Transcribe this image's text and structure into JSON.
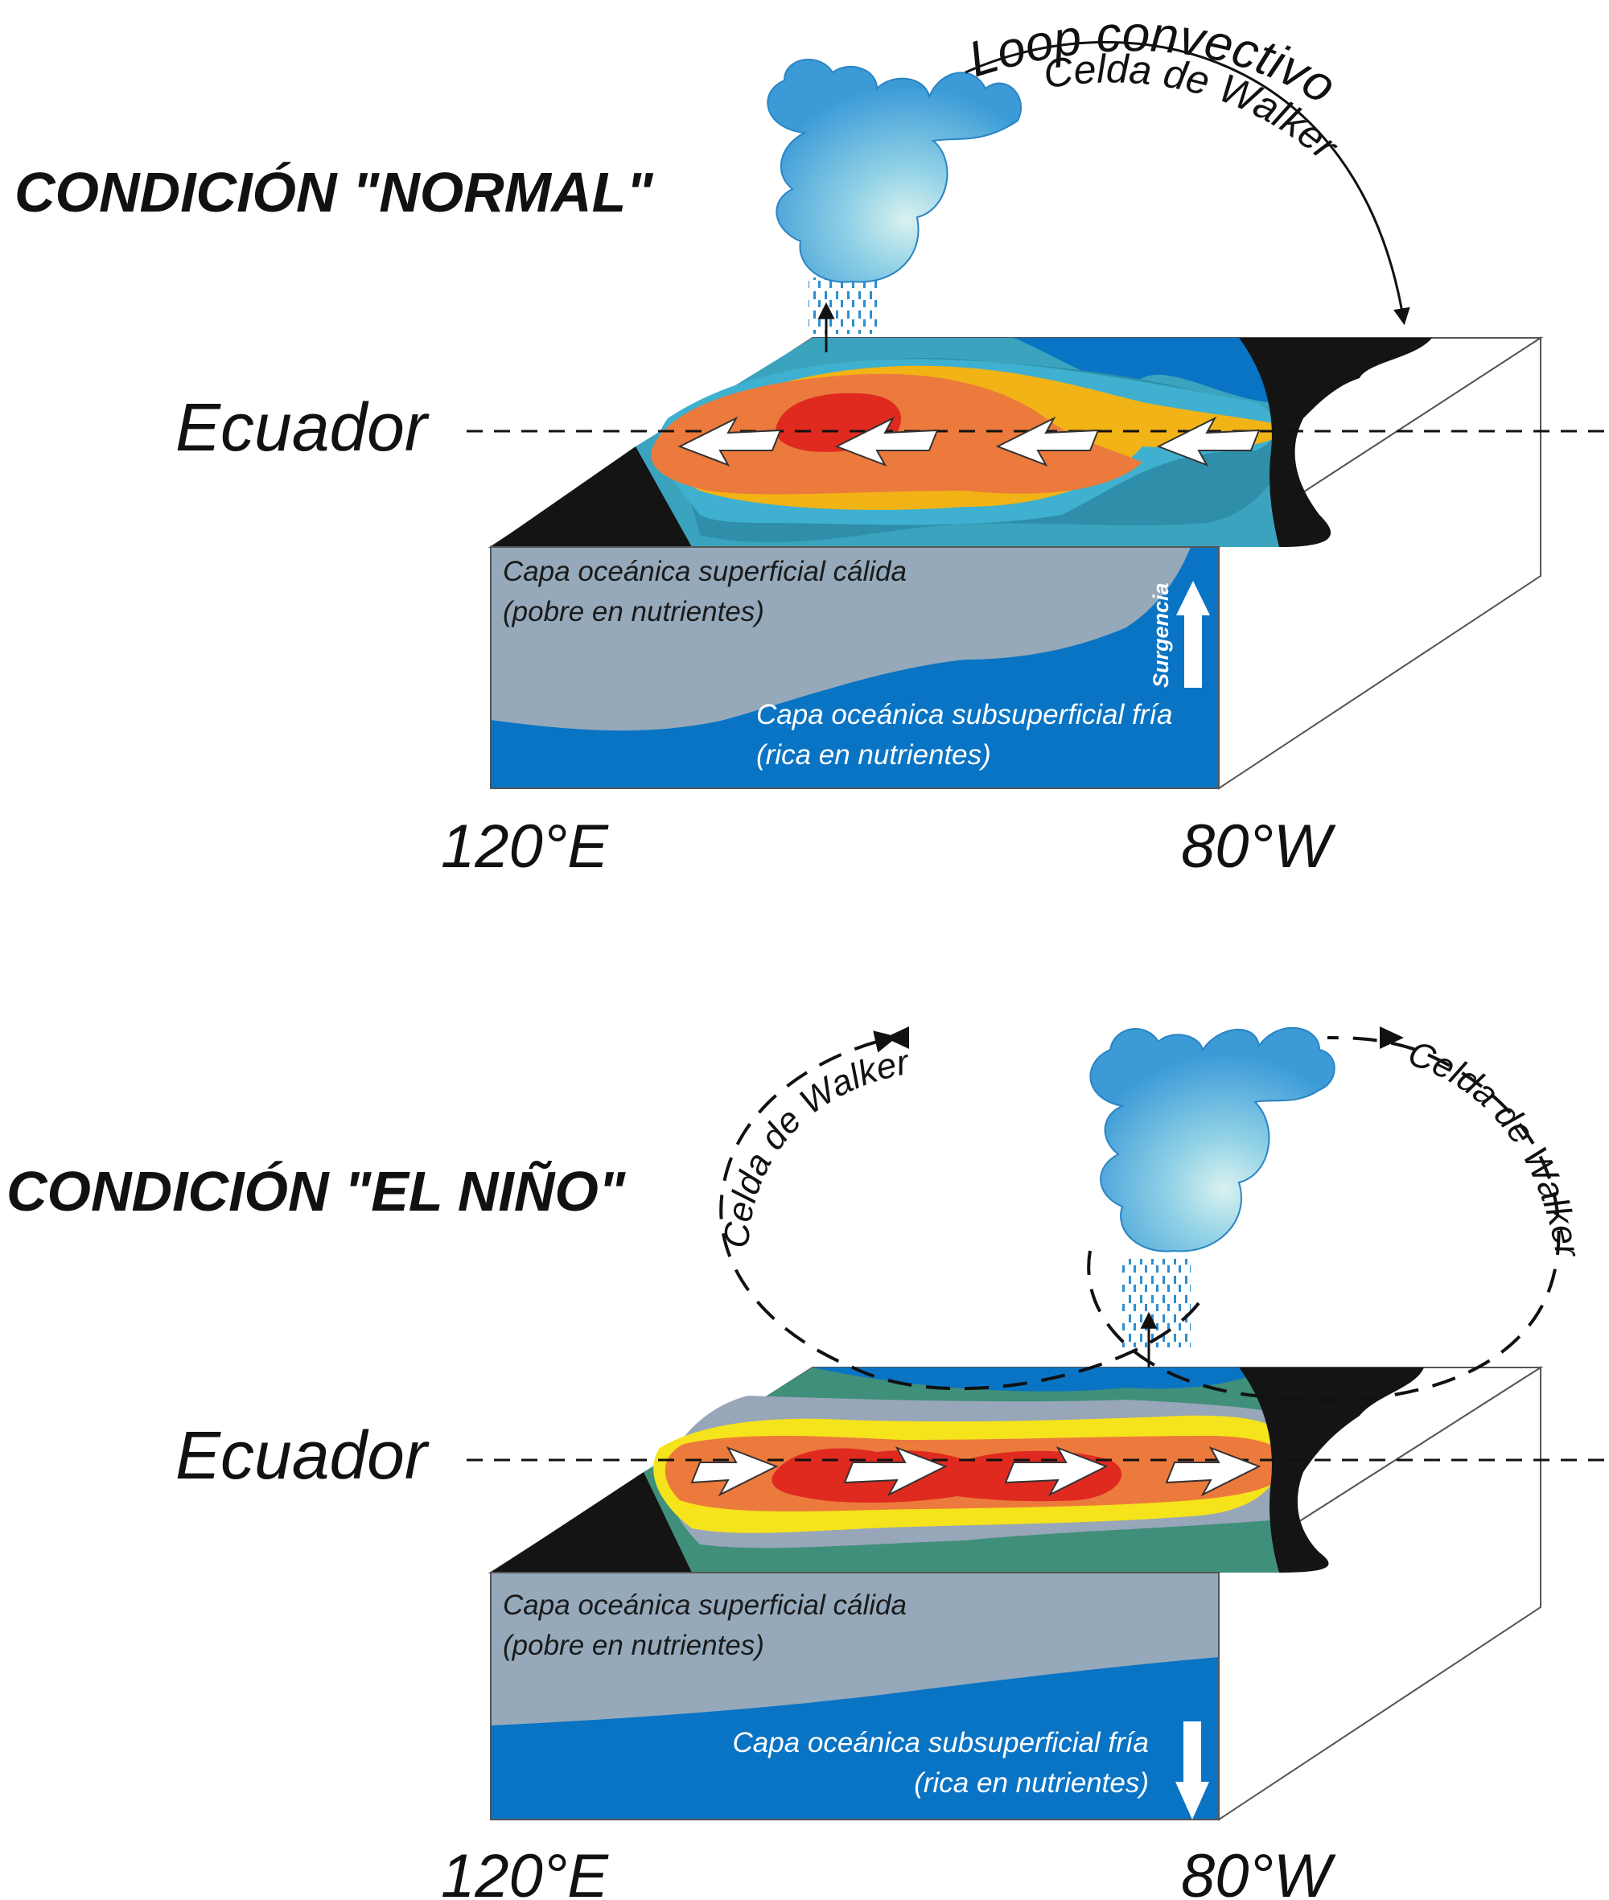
{
  "normal": {
    "title": "CONDICIÓN \"NORMAL\"",
    "loop_label": "Loop convectivo",
    "cell_label": "Celda de Walker",
    "equator_label": "Ecuador",
    "warm_layer_line1": "Capa oceánica superficial cálida",
    "warm_layer_line2": "(pobre en nutrientes)",
    "cold_layer_line1": "Capa oceánica subsuperficial fría",
    "cold_layer_line2": "(rica en nutrientes)",
    "upwelling_label": "Surgencia",
    "lon_west": "120°E",
    "lon_east": "80°W"
  },
  "nino": {
    "title": "CONDICIÓN \"EL NIÑO\"",
    "cell_left_label": "Celda de Walker",
    "cell_right_label": "Celda de Walker",
    "equator_label": "Ecuador",
    "warm_layer_line1": "Capa oceánica superficial cálida",
    "warm_layer_line2": "(pobre en nutrientes)",
    "cold_layer_line1": "Capa oceánica subsuperficial fría",
    "cold_layer_line2": "(rica en nutrientes)",
    "lon_west": "120°E",
    "lon_east": "80°W"
  },
  "colors": {
    "deep_blue": "#0a74c4",
    "grey_layer": "#95a9bb",
    "teal": "#3aa8c6",
    "warm_red": "#e02a1f",
    "orange": "#ec7a3c",
    "yellow": "#f5e31b",
    "land": "#141414"
  },
  "icons": {
    "cloud": "convective-cloud-icon",
    "rain": "rain-icon",
    "wind": "wind-arrow-icon"
  }
}
